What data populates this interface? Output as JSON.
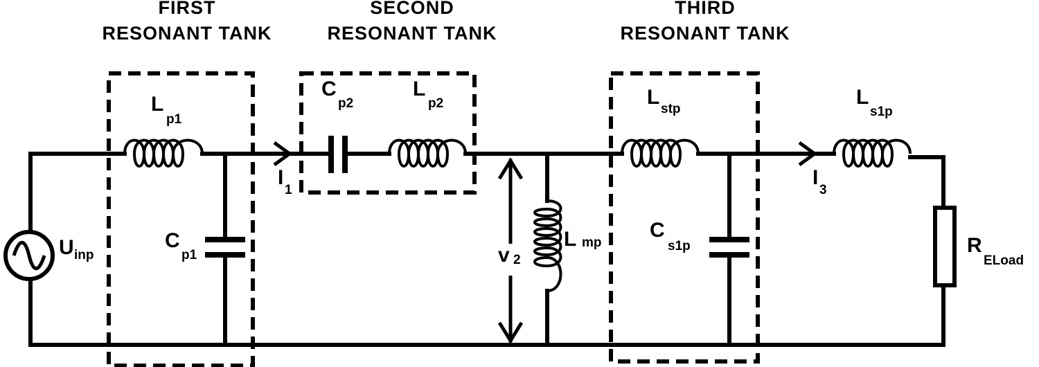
{
  "tanks": {
    "first": {
      "line1": "FIRST",
      "line2": "RESONANT TANK"
    },
    "second": {
      "line1": "SECOND",
      "line2": "RESONANT TANK"
    },
    "third": {
      "line1": "THIRD",
      "line2": "RESONANT TANK"
    }
  },
  "components": {
    "lp1": {
      "main": "L",
      "sub": "p1"
    },
    "cp1": {
      "main": "C",
      "sub": "p1"
    },
    "cp2": {
      "main": "C",
      "sub": "p2"
    },
    "lp2": {
      "main": "L",
      "sub": "p2"
    },
    "lmp": {
      "main": "L",
      "sub": "mp"
    },
    "lstp": {
      "main": "L",
      "sub": "stp"
    },
    "cs1p": {
      "main": "C",
      "sub": "s1p"
    },
    "ls1p": {
      "main": "L",
      "sub": "s1p"
    },
    "rload": {
      "main": "R",
      "sub": "ELoad"
    },
    "uinp": {
      "main": "U",
      "sub": "inp"
    }
  },
  "signals": {
    "i1": {
      "main": "I",
      "sub": "1"
    },
    "i3": {
      "main": "I",
      "sub": "3"
    },
    "v2": {
      "main": "v",
      "sub": "2"
    }
  }
}
